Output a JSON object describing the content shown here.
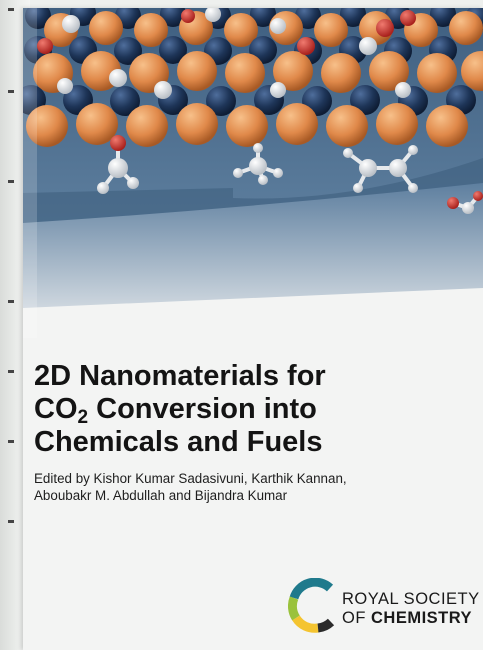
{
  "book": {
    "title_line1": "2D Nanomaterials for",
    "title_line2_prefix": "CO",
    "title_line2_sub": "2",
    "title_line2_suffix": " Conversion into",
    "title_line3": "Chemicals and Fuels",
    "editors_line1": "Edited by Kishor Kumar Sadasivuni, Karthik Kannan,",
    "editors_line2": "Aboubakr M. Abdullah and Bijandra Kumar"
  },
  "publisher": {
    "name_line1": "ROYAL SOCIETY",
    "name_prefix": "OF ",
    "name_bold": "CHEMISTRY"
  },
  "colors": {
    "background": "#eef0ee",
    "cover_sky": "#4b6f92",
    "atom_orange": "#e0894a",
    "atom_navy": "#1e3558",
    "atom_red": "#c9302c",
    "atom_white": "#f2f2f2",
    "logo_green": "#9ac23c",
    "logo_yellow": "#f4c430",
    "logo_teal": "#1f7a8c"
  },
  "icons": {
    "logo": "rsc-c-logo",
    "artwork": "co2-molecule-catalyst-surface"
  }
}
